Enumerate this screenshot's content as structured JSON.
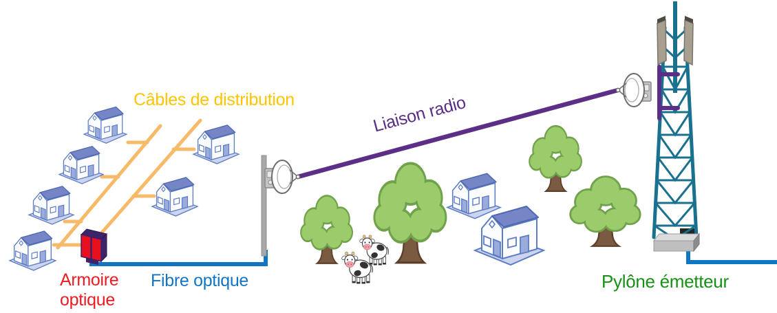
{
  "diagram": {
    "labels": {
      "cables_distribution": {
        "text": "Câbles de distribution",
        "color": "#FFC400"
      },
      "liaison_radio": {
        "text": "Liaison radio",
        "color": "#5B2D86"
      },
      "armoire_optique": {
        "text": "Armoire optique",
        "line1": "Armoire",
        "line2": "optique",
        "color": "#EC1C24"
      },
      "fibre_optique": {
        "text": "Fibre optique",
        "color": "#1175C4"
      },
      "pylone_emetteur": {
        "text": "Pylône émetteur",
        "color": "#169116"
      }
    },
    "elements": {
      "houses_left_cluster": 6,
      "houses_middle": 2,
      "trees": 4,
      "cows": 2,
      "optical_cabinet": 1,
      "radio_mast_with_dish": 1,
      "transmitter_pylon_with_dish": 1
    },
    "colors": {
      "distribution_cable": "#F7BA69",
      "fiber_line": "#0E76C4",
      "radio_link": "#5C2E87",
      "cabinet_red": "#E8101F",
      "cabinet_dark": "#3D2368",
      "pylon_teal": "#19718F",
      "tree_green": "#9CCB6C",
      "house_blue": "#5C7CC6"
    }
  }
}
